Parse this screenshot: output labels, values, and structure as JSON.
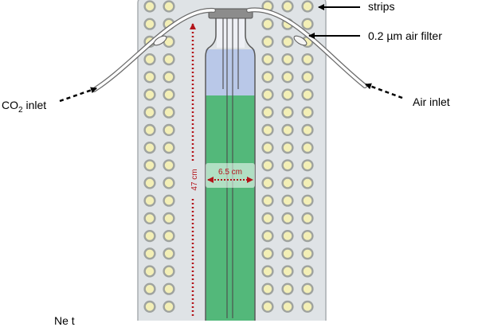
{
  "labels": {
    "strips": "strips",
    "air_filter": "0.2 µm air filter",
    "co2_inlet_prefix": "CO",
    "co2_inlet_sub": "2",
    "co2_inlet_suffix": " inlet",
    "air_inlet": "Air inlet",
    "height_dim": "47 cm",
    "width_dim": "6.5 cm",
    "partial_bottom_label": "Ne t"
  },
  "colors": {
    "panel_fill": "#dfe3e6",
    "panel_stroke": "#a9adb1",
    "led_fill": "#f3efb6",
    "led_ring": "#9fa39f",
    "culture_green": "#53b87a",
    "headspace_blue": "#b9c8e8",
    "glass_outline": "#5a5a5a",
    "dimension_red": "#b3141a",
    "cap_gray": "#8c8c8c"
  }
}
